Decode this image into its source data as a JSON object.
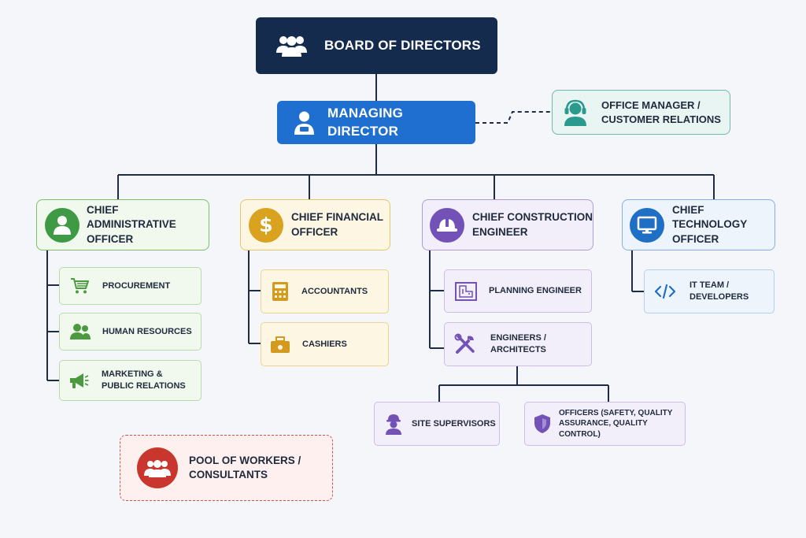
{
  "board": {
    "label": "BOARD OF DIRECTORS",
    "icon": "people-icon"
  },
  "managing_director": {
    "label": "MANAGING DIRECTOR",
    "icon": "person-badge-icon"
  },
  "office_manager": {
    "label_line1": "OFFICE MANAGER /",
    "label_line2": "CUSTOMER RELATIONS",
    "icon": "headset-icon"
  },
  "chiefs": {
    "admin": {
      "line1": "CHIEF ADMINISTRATIVE",
      "line2": "OFFICER",
      "icon": "person-icon",
      "color": "#3f9a45"
    },
    "finance": {
      "line1": "CHIEF FINANCIAL",
      "line2": "OFFICER",
      "icon": "dollar-icon",
      "color": "#d9a21f"
    },
    "construction": {
      "line1": "CHIEF CONSTRUCTION",
      "line2": "ENGINEER",
      "icon": "hardhat-icon",
      "color": "#7352b8"
    },
    "technology": {
      "line1": "CHIEF TECHNOLOGY",
      "line2": "OFFICER",
      "icon": "monitor-icon",
      "color": "#1f6fc5"
    }
  },
  "admin_units": {
    "procurement": "PROCUREMENT",
    "hr": "HUMAN RESOURCES",
    "marketing_line1": "MARKETING &",
    "marketing_line2": "PUBLIC RELATIONS"
  },
  "finance_units": {
    "accountants": "ACCOUNTANTS",
    "cashiers": "CASHIERS"
  },
  "construction_units": {
    "planning": "PLANNING ENGINEER",
    "engineers_line1": "ENGINEERS /",
    "engineers_line2": "ARCHITECTS",
    "site": "SITE SUPERVISORS",
    "officers_line1": "OFFICERS (SAFETY, QUALITY",
    "officers_line2": "ASSURANCE, QUALITY CONTROL)"
  },
  "tech_units": {
    "it_line1": "IT TEAM /",
    "it_line2": "DEVELOPERS"
  },
  "pool": {
    "line1": "POOL OF WORKERS /",
    "line2": "CONSULTANTS",
    "icon": "group-icon",
    "color": "#c8362d"
  },
  "colors": {
    "navy": "#142b4d",
    "blue": "#1f6fd1",
    "teal": "#2b9a8e",
    "connector": "#1f2d44"
  }
}
